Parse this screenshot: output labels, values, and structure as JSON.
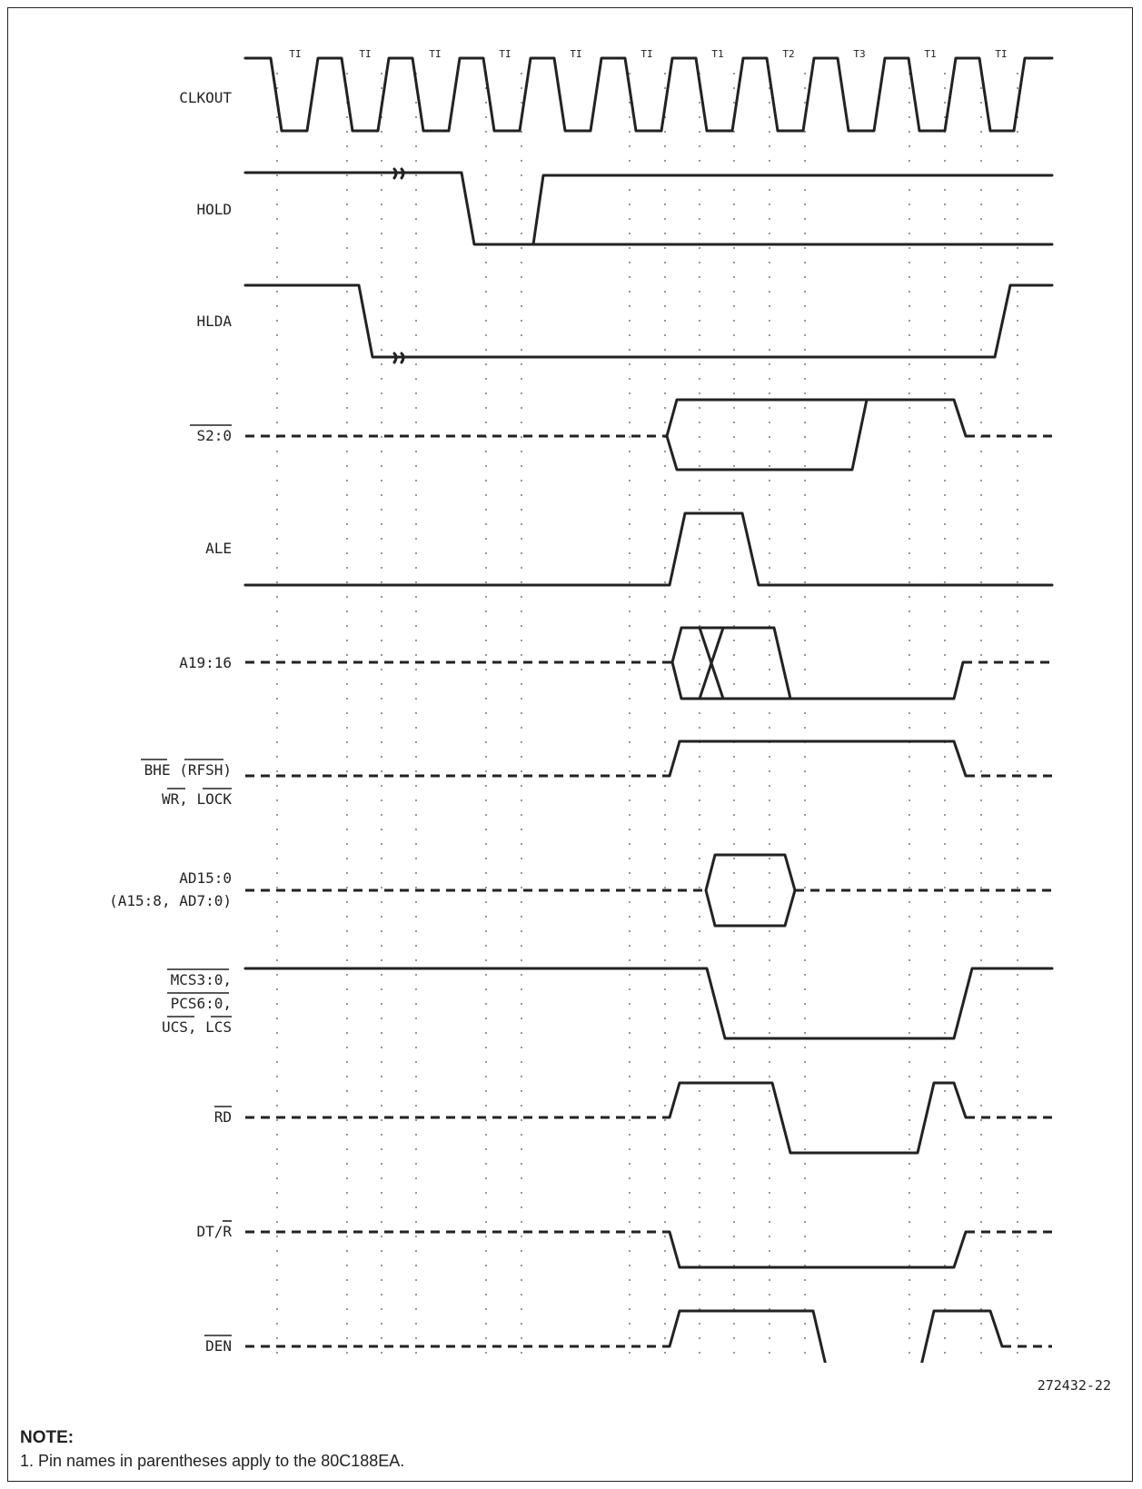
{
  "diagram": {
    "signals": [
      {
        "id": "clkout",
        "label": "CLKOUT"
      },
      {
        "id": "hold",
        "label": "HOLD"
      },
      {
        "id": "hlda",
        "label": "HLDA"
      },
      {
        "id": "s20",
        "label": "S2:0",
        "overbar": true
      },
      {
        "id": "ale",
        "label": "ALE"
      },
      {
        "id": "a1916",
        "label": "A19:16"
      },
      {
        "id": "bhe",
        "label": "BHE (RFSH)",
        "overbar": true
      },
      {
        "id": "wrlock",
        "label": "WR, LOCK",
        "overbar": true
      },
      {
        "id": "ad150",
        "label": "AD15:0"
      },
      {
        "id": "ad150b",
        "label": "(A15:8, AD7:0)"
      },
      {
        "id": "mcs",
        "label": "MCS3:0,",
        "overbar": true
      },
      {
        "id": "pcs",
        "label": "PCS6:0,",
        "overbar": true
      },
      {
        "id": "ucslcs",
        "label": "UCS, LCS",
        "overbar": true
      },
      {
        "id": "rd",
        "label": "RD",
        "overbar": true
      },
      {
        "id": "dtr",
        "label": "DT/R",
        "overbar": true
      },
      {
        "id": "den",
        "label": "DEN",
        "overbar": true
      }
    ],
    "clock_states": [
      "TI",
      "TI",
      "TI",
      "TI",
      "TI",
      "TI",
      "T1",
      "T2",
      "T3",
      "T1",
      "TI"
    ]
  },
  "figure_number": "272432-22",
  "note": {
    "title": "NOTE:",
    "text": "1. Pin names in parentheses apply to the 80C188EA."
  }
}
